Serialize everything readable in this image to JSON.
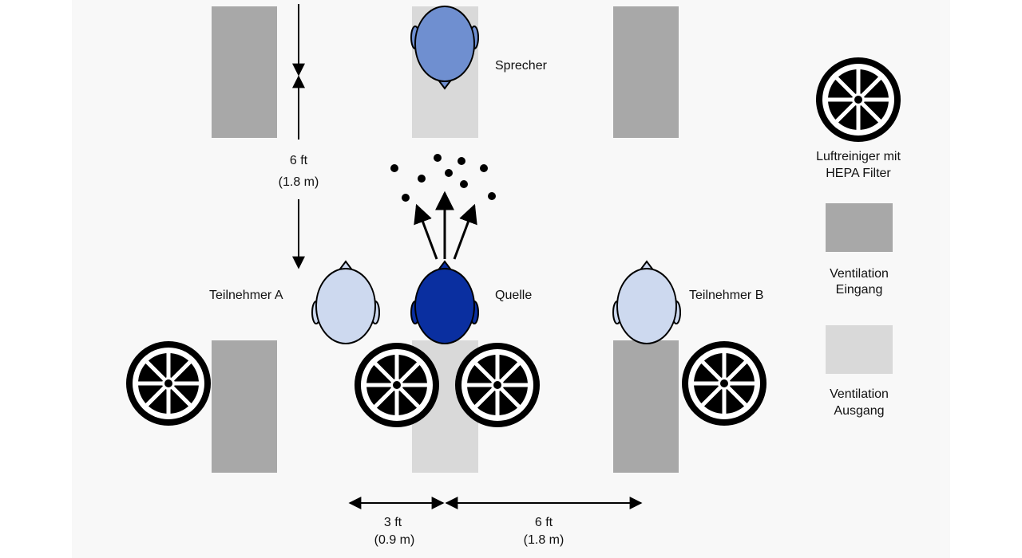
{
  "labels": {
    "speaker": "Sprecher",
    "source": "Quelle",
    "participant_a": "Teilnehmer A",
    "participant_b": "Teilnehmer B"
  },
  "distances": {
    "vertical": {
      "ft": "6 ft",
      "m": "(1.8 m)"
    },
    "horizontal_short": {
      "ft": "3 ft",
      "m": "(0.9 m)"
    },
    "horizontal_long": {
      "ft": "6 ft",
      "m": "(1.8 m)"
    }
  },
  "legend": {
    "air_purifier": {
      "line1": "Luftreiniger mit",
      "line2": "HEPA Filter",
      "icon": "fan-icon"
    },
    "vent_in": {
      "line1": "Ventilation",
      "line2": "Eingang",
      "color": "#a8a8a8"
    },
    "vent_out": {
      "line1": "Ventilation",
      "line2": "Ausgang",
      "color": "#d9d9d9"
    }
  },
  "colors": {
    "source_head": "#0a2fa0",
    "speaker_head": "#6f8fd0",
    "participant_head": "#cdd9ef",
    "background": "#f8f8f8"
  }
}
